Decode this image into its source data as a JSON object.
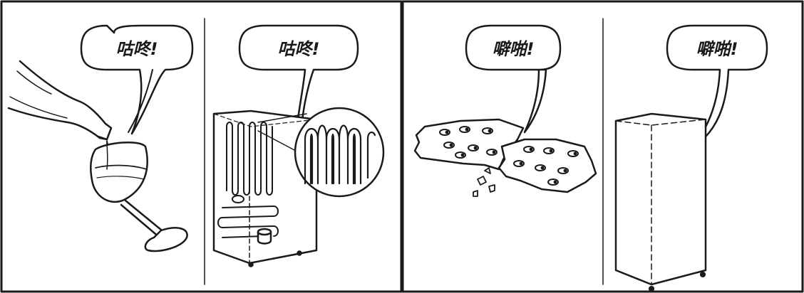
{
  "colors": {
    "ink": "#1a1a1a",
    "background": "#ffffff"
  },
  "panels": [
    {
      "sound": "咕咚!",
      "icon": "wine-bottle-pouring-icon"
    },
    {
      "sound": "咕咚!",
      "icon": "refrigerator-coils-icon"
    },
    {
      "sound": "噼啪!",
      "icon": "ice-tray-cracking-icon"
    },
    {
      "sound": "噼啪!",
      "icon": "refrigerator-cabinet-icon"
    }
  ]
}
